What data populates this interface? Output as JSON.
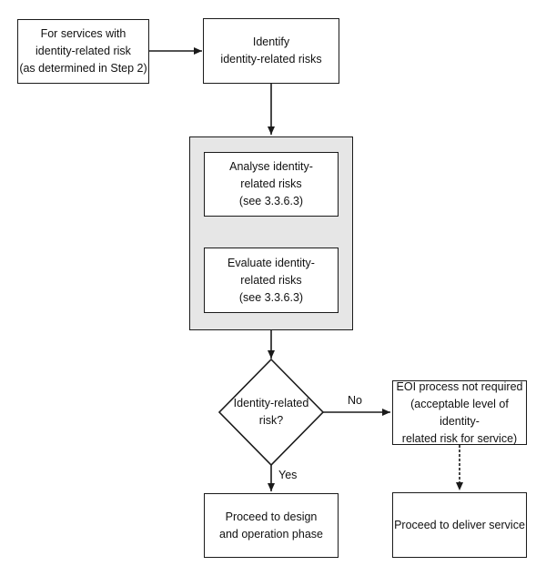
{
  "nodes": {
    "start": {
      "lines": [
        "For services with",
        "identity-related risk",
        "(as determined in Step 2)"
      ]
    },
    "identify": {
      "lines": [
        "Identify",
        "identity-related risks"
      ]
    },
    "analyse": {
      "lines": [
        "Analyse identity-",
        "related risks",
        "(see 3.3.6.3)"
      ]
    },
    "evaluate": {
      "lines": [
        "Evaluate identity-",
        "related risks",
        "(see 3.3.6.3)"
      ]
    },
    "decision": {
      "lines": [
        "Identity-related",
        "risk?"
      ]
    },
    "eoi": {
      "lines": [
        "EOI process not required",
        "(acceptable level of identity-",
        "related risk for service)"
      ]
    },
    "design": {
      "lines": [
        "Proceed to design",
        "and operation phase"
      ]
    },
    "deliver": {
      "lines": [
        "Proceed to deliver service"
      ]
    }
  },
  "edges": {
    "no_label": "No",
    "yes_label": "Yes"
  },
  "colors": {
    "stroke": "#1a1a1a",
    "group_fill": "#e6e6e6",
    "box_fill": "#ffffff"
  }
}
